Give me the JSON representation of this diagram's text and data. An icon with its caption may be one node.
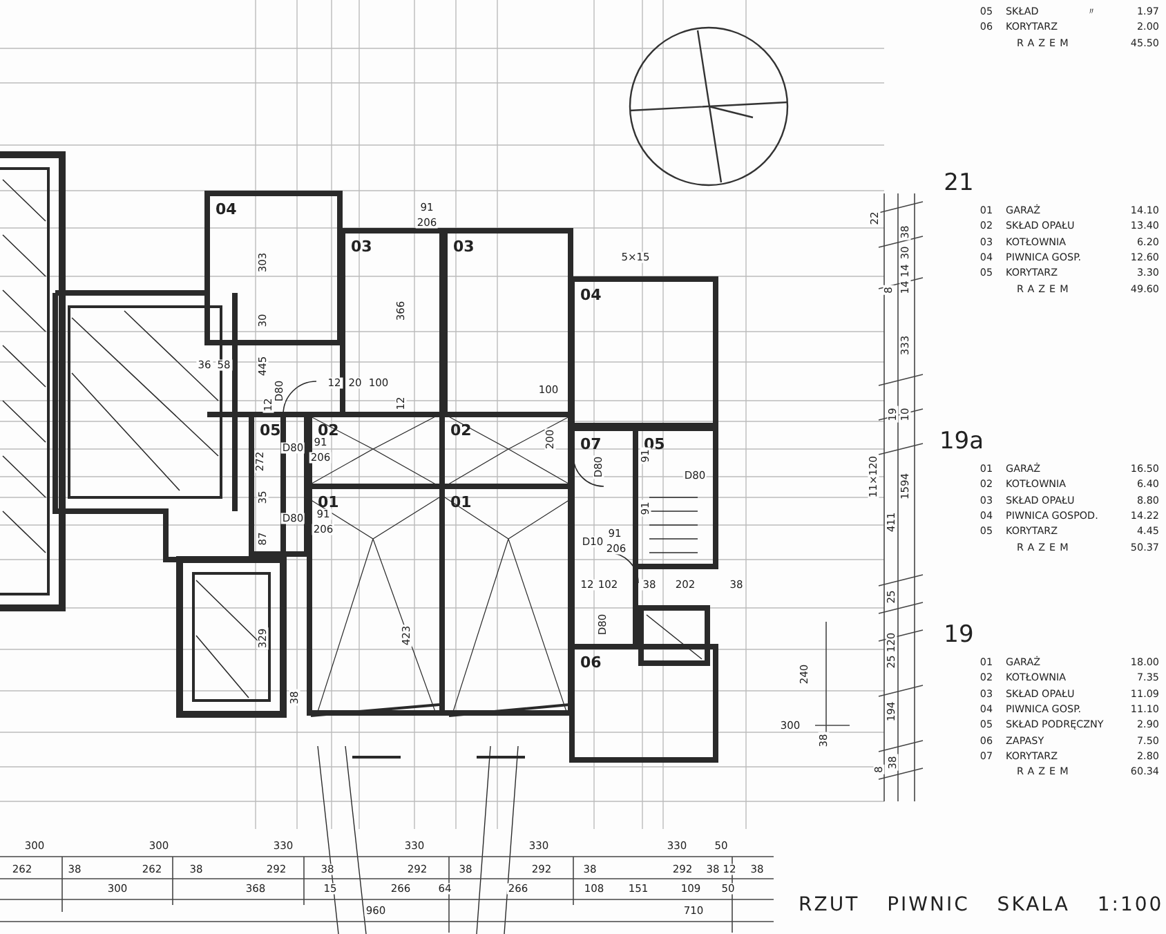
{
  "diagram": {
    "title": "RZUT PIWNIC SKALA 1:100",
    "nodes": [
      {
        "text": [
          "04"
        ]
      },
      {
        "text": [
          "03"
        ]
      },
      {
        "text": [
          "03"
        ]
      },
      {
        "text": [
          "04"
        ]
      },
      {
        "text": [
          "05"
        ]
      },
      {
        "text": [
          "02"
        ]
      },
      {
        "text": [
          "02"
        ]
      },
      {
        "text": [
          "07"
        ]
      },
      {
        "text": [
          "05"
        ]
      },
      {
        "text": [
          "01"
        ]
      },
      {
        "text": [
          "01"
        ]
      },
      {
        "text": [
          "06"
        ]
      }
    ],
    "labels": [
      "05",
      "SKŁAD",
      "〃",
      "1.97",
      "06",
      "KORYTARZ",
      "2.00",
      "RAZEM",
      "45.50",
      "21",
      "01",
      "GARAŻ",
      "14.10",
      "02",
      "SKŁAD OPAŁU",
      "13.40",
      "03",
      "KOTŁOWNIA",
      "6.20",
      "04",
      "PIWNICA GOSP.",
      "12.60",
      "05",
      "KORYTARZ",
      "3.30",
      "RAZEM",
      "49.60",
      "19a",
      "01",
      "GARAŻ",
      "16.50",
      "02",
      "KOTŁOWNIA",
      "6.40",
      "03",
      "SKŁAD OPAŁU",
      "8.80",
      "04",
      "PIWNICA GOSPOD.",
      "14.22",
      "05",
      "KORYTARZ",
      "4.45",
      "RAZEM",
      "50.37",
      "19",
      "01",
      "GARAŻ",
      "18.00",
      "02",
      "KOTŁOWNIA",
      "7.35",
      "03",
      "SKŁAD OPAŁU",
      "11.09",
      "04",
      "PIWNICA GOSP.",
      "11.10",
      "05",
      "SKŁAD PODRĘCZNY",
      "2.90",
      "06",
      "ZAPASY",
      "7.50",
      "07",
      "KORYTARZ",
      "2.80",
      "RAZEM",
      "60.34",
      "300",
      "300",
      "330",
      "330",
      "330",
      "330",
      "50",
      "262",
      "38",
      "262",
      "38",
      "292",
      "38",
      "292",
      "38",
      "292",
      "38",
      "292",
      "38",
      "12",
      "38",
      "300",
      "368",
      "15",
      "266",
      "64",
      "266",
      "108",
      "151",
      "109",
      "50",
      "960",
      "710",
      "22",
      "38",
      "30",
      "14",
      "8",
      "14",
      "333",
      "19",
      "10",
      "11×120",
      "1594",
      "411",
      "25",
      "120",
      "25",
      "194",
      "38",
      "8",
      "240",
      "300",
      "38",
      "303",
      "30",
      "445",
      "36",
      "58",
      "12",
      "D80",
      "12",
      "20",
      "100",
      "366",
      "12",
      "100",
      "272",
      "D80",
      "91",
      "206",
      "35",
      "87",
      "D80",
      "91",
      "206",
      "329",
      "38",
      "423",
      "200",
      "D80",
      "91",
      "D80",
      "91",
      "D10",
      "91",
      "206",
      "12",
      "102",
      "38",
      "202",
      "38",
      "D80",
      "5×15",
      "91",
      "206"
    ]
  }
}
